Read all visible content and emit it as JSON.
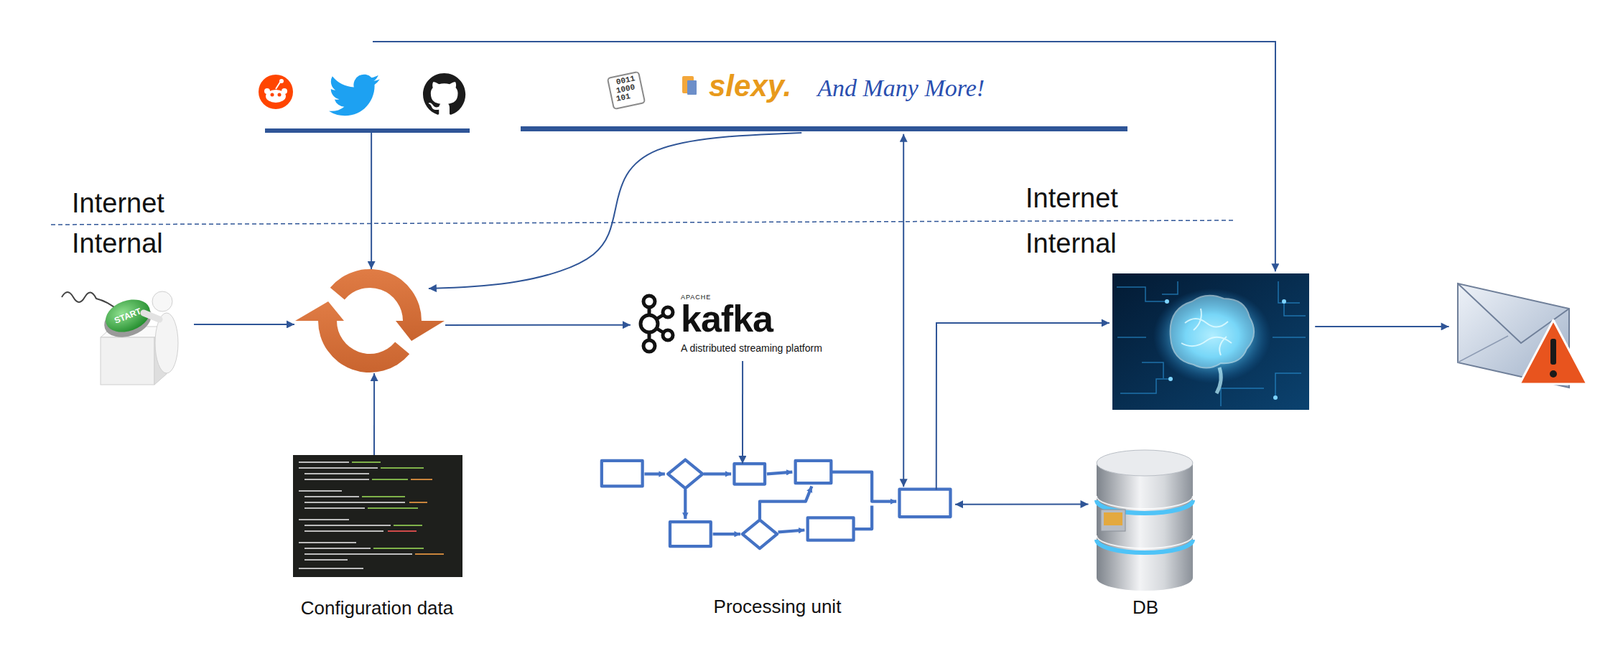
{
  "diagram": {
    "nodes": [
      {
        "text": []
      },
      {
        "text": [
          "slexy.",
          "And Many More!"
        ]
      },
      {
        "text": [
          "START"
        ]
      },
      {
        "text": []
      },
      {
        "text": [
          "APACHE",
          "kafka",
          "A distributed streaming platform"
        ]
      },
      {
        "text": []
      },
      {
        "text": []
      },
      {
        "text": [
          "Configuration data"
        ]
      },
      {
        "text": [
          "Processing unit"
        ]
      },
      {
        "text": [
          "DB"
        ]
      }
    ],
    "edges": [
      {
        "from": 2,
        "to": 3,
        "arrow": "to"
      },
      {
        "from": 0,
        "to": 3,
        "arrow": "to"
      },
      {
        "from": 1,
        "to": 3,
        "arrow": "to"
      },
      {
        "from": 7,
        "to": 3,
        "arrow": "to"
      },
      {
        "from": 3,
        "to": 4,
        "arrow": "to"
      },
      {
        "from": 4,
        "to": 8,
        "arrow": "to"
      },
      {
        "from": 8,
        "to": 1,
        "arrow": "both"
      },
      {
        "from": 8,
        "to": 5,
        "arrow": "to"
      },
      {
        "from": 8,
        "to": 9,
        "arrow": "both"
      },
      {
        "from": 0,
        "to": 5,
        "arrow": "to"
      },
      {
        "from": 5,
        "to": 6,
        "arrow": "to"
      }
    ],
    "labels": [
      "0011",
      "1000",
      "101",
      "Internet",
      "Internal",
      "Internet",
      "Internal"
    ]
  }
}
